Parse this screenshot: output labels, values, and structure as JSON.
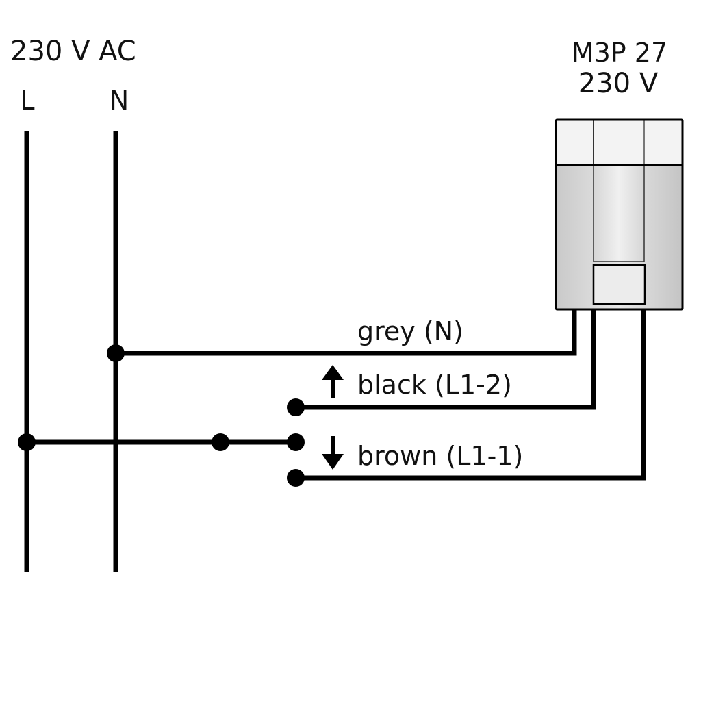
{
  "supply": {
    "label": "230 V AC",
    "line_label": "L",
    "neutral_label": "N"
  },
  "device": {
    "model": "M3P 27",
    "voltage": "230 V"
  },
  "wires": [
    {
      "label": "grey (N)",
      "icon": "none"
    },
    {
      "label": "black (L1-2)",
      "icon": "arrow-up-icon"
    },
    {
      "label": "brown (L1-1)",
      "icon": "arrow-down-icon"
    }
  ],
  "colors": {
    "line": "#000000",
    "device_body": "#d4d4d4",
    "device_top": "#f2f2f2"
  }
}
